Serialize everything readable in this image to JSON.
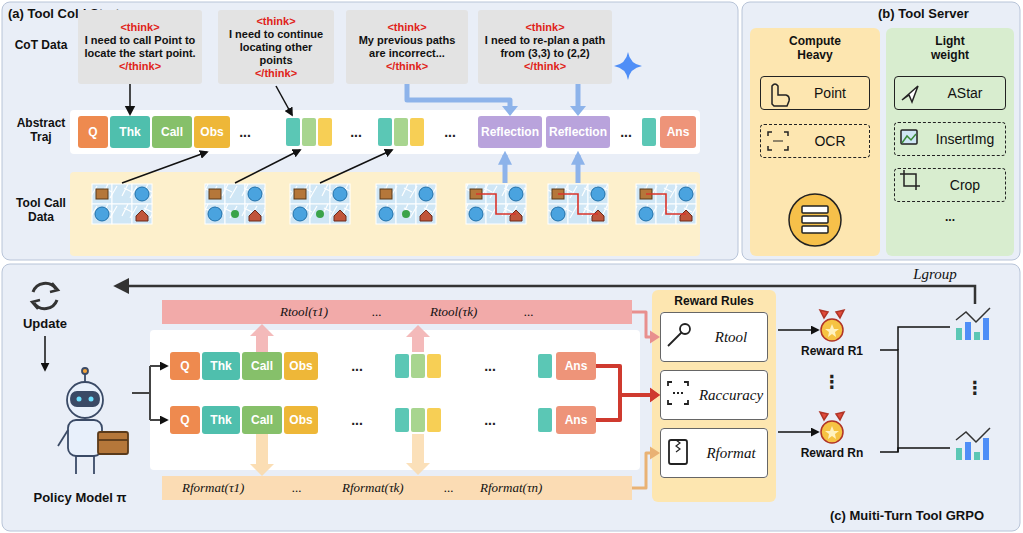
{
  "diagram": {
    "nodes": [
      {
        "text": [
          "(a) Tool Cold Start"
        ]
      },
      {
        "text": [
          "<think>",
          "I need to call Point to locate the start point.",
          "</think>"
        ],
        "in": 0
      },
      {
        "text": [
          "<think>",
          "I need to continue locating other points",
          "</think>"
        ],
        "in": 0
      },
      {
        "text": [
          "<think>",
          "My previous paths are incorrect...",
          "</think>"
        ],
        "in": 0
      },
      {
        "text": [
          "<think>",
          "I need to re-plan a path from (3,3) to (2,2)",
          "</think>"
        ],
        "in": 0
      },
      {
        "text": [
          "Q"
        ],
        "in": 0
      },
      {
        "text": [
          "Thk"
        ],
        "in": 0
      },
      {
        "text": [
          "Call"
        ],
        "in": 0
      },
      {
        "text": [
          "Obs"
        ],
        "in": 0
      },
      {
        "text": [
          "Reflection"
        ],
        "in": 0
      },
      {
        "text": [
          "Reflection"
        ],
        "in": 0
      },
      {
        "text": [
          "Ans"
        ],
        "in": 0
      },
      {
        "text": [
          "(b) Tool Server"
        ]
      },
      {
        "text": [
          "Compute Heavy"
        ],
        "in": 12
      },
      {
        "text": [
          "Point"
        ],
        "in": 13
      },
      {
        "text": [
          "OCR"
        ],
        "in": 13
      },
      {
        "text": [
          "Light weight",
          "..."
        ],
        "in": 12
      },
      {
        "text": [
          "AStar"
        ],
        "in": 16
      },
      {
        "text": [
          "InsertImg"
        ],
        "in": 16
      },
      {
        "text": [
          "Crop"
        ],
        "in": 16
      },
      {
        "text": [
          "(c) Muiti-Turn Tool GRPO"
        ]
      },
      {
        "text": [
          "Rtool(τ1)",
          "...",
          "Rtool(τk)",
          "..."
        ],
        "in": 20
      },
      {
        "text": [
          "Q"
        ],
        "in": 20
      },
      {
        "text": [
          "Thk"
        ],
        "in": 20
      },
      {
        "text": [
          "Call"
        ],
        "in": 20
      },
      {
        "text": [
          "Obs"
        ],
        "in": 20
      },
      {
        "text": [
          "Ans"
        ],
        "in": 20
      },
      {
        "text": [
          "Q"
        ],
        "in": 20
      },
      {
        "text": [
          "Thk"
        ],
        "in": 20
      },
      {
        "text": [
          "Call"
        ],
        "in": 20
      },
      {
        "text": [
          "Obs"
        ],
        "in": 20
      },
      {
        "text": [
          "Ans"
        ],
        "in": 20
      },
      {
        "text": [
          "Rformat(τ1)",
          "...",
          "Rformat(τk)",
          "...",
          "Rformat(τn)"
        ],
        "in": 20
      },
      {
        "text": [
          "Reward Rules"
        ],
        "in": 20
      },
      {
        "text": [
          "Rtool"
        ],
        "in": 33
      },
      {
        "text": [
          "Raccuracy"
        ],
        "in": 33
      },
      {
        "text": [
          "Rformat"
        ],
        "in": 33
      }
    ],
    "edges": [
      {
        "from": 1,
        "to": 6,
        "arrow": "to"
      },
      {
        "from": 3,
        "to": 9,
        "arrow": "to"
      },
      {
        "from": 4,
        "to": 10,
        "arrow": "to"
      },
      {
        "from": 24,
        "to": 21,
        "arrow": "to"
      },
      {
        "from": 29,
        "to": 32,
        "arrow": "to"
      },
      {
        "from": 21,
        "to": 34,
        "arrow": "to"
      },
      {
        "from": 32,
        "to": 36,
        "arrow": "to"
      },
      {
        "from": 26,
        "to": 35,
        "arrow": "to"
      },
      {
        "from": 31,
        "to": 35,
        "arrow": "to"
      }
    ],
    "labels": [
      "CoT Data",
      "Abstract Traj",
      "Tool Call Data",
      "...",
      "...",
      "...",
      "...",
      "Update",
      "Policy Model π",
      "...",
      "...",
      "...",
      "...",
      "Lgroup",
      "Reward R1",
      "⋮",
      "Reward Rn",
      "⋮"
    ]
  }
}
